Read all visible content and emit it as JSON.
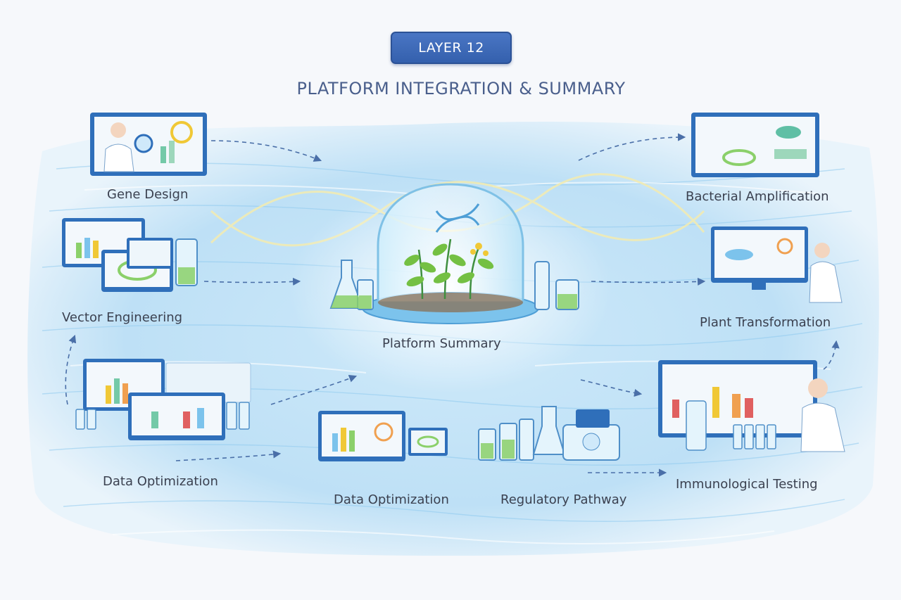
{
  "header": {
    "layer_badge": "LAYER 12",
    "title": "PLATFORM INTEGRATION & SUMMARY"
  },
  "nodes": {
    "gene_design": "Gene Design",
    "vector_engineering": "Vector Engineering",
    "data_optimization_left": "Data Optimization",
    "data_optimization_center": "Data Optimization",
    "platform_summary": "Platform Summary",
    "regulatory_pathway": "Regulatory Pathway",
    "bacterial_amplification": "Bacterial Amplification",
    "plant_transformation": "Plant Transformation",
    "immunological_testing": "Immunological Testing"
  },
  "colors": {
    "badge": "#3d67b5",
    "title": "#4a5f8c",
    "label": "#3b4150",
    "water": "#a9d6f3",
    "screen_frame": "#2f6fba",
    "arrow": "#4a6fa8"
  }
}
